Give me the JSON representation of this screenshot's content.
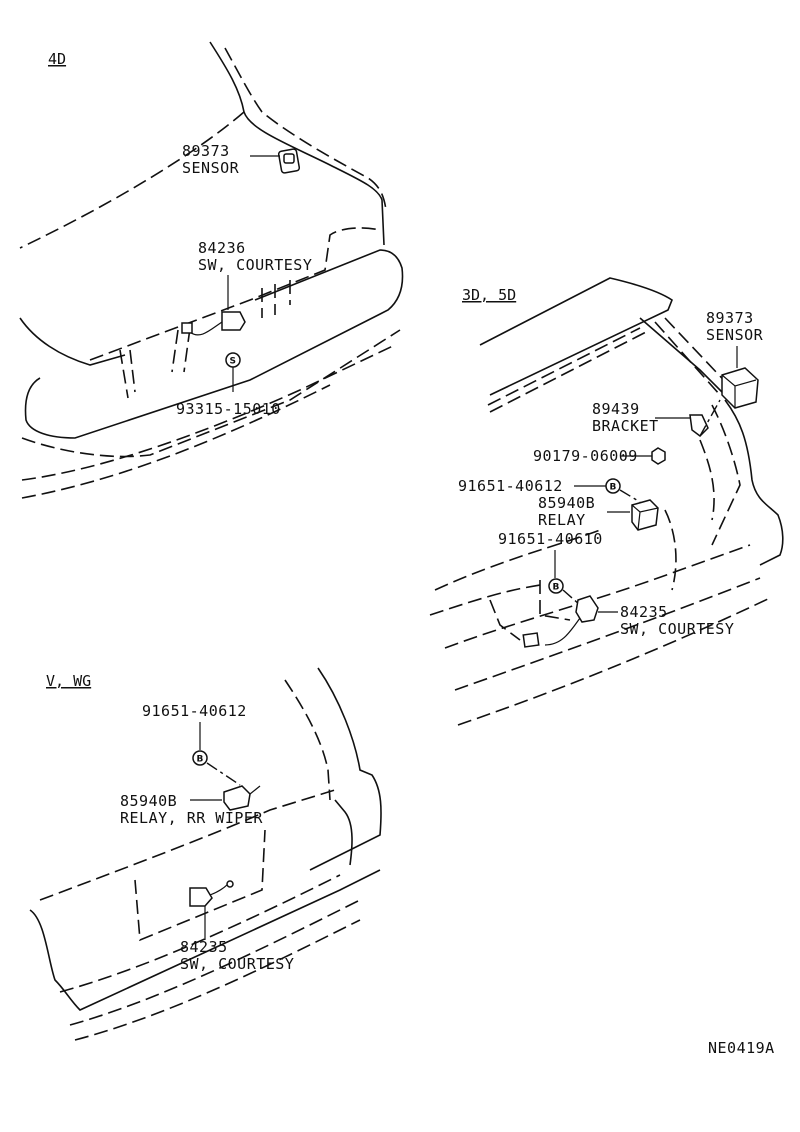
{
  "sections": {
    "sedan": "4D",
    "hatch": "3D, 5D",
    "wagon": "V, WG"
  },
  "parts": {
    "sensor_4d": {
      "number": "89373",
      "name": "SENSOR"
    },
    "courtesy_4d": {
      "number": "84236",
      "name": "SW, COURTESY"
    },
    "screw_4d": {
      "number": "93315-15010"
    },
    "sensor_3d": {
      "number": "89373",
      "name": "SENSOR"
    },
    "bracket_3d": {
      "number": "89439",
      "name": "BRACKET"
    },
    "nut_3d": {
      "number": "90179-06009"
    },
    "bolt1_3d": {
      "number": "91651-40612"
    },
    "relay_3d": {
      "number": "85940B",
      "name": "RELAY"
    },
    "bolt2_3d": {
      "number": "91651-40610"
    },
    "courtesy_3d": {
      "number": "84235",
      "name": "SW, COURTESY"
    },
    "bolt_wg": {
      "number": "91651-40612"
    },
    "relay_wg": {
      "number": "85940B",
      "name": "RELAY, RR WIPER"
    },
    "courtesy_wg": {
      "number": "84235",
      "name": "SW, COURTESY"
    }
  },
  "glyphs": {
    "screw": "S",
    "bolt": "B"
  },
  "diagram_code": "NE0419A"
}
